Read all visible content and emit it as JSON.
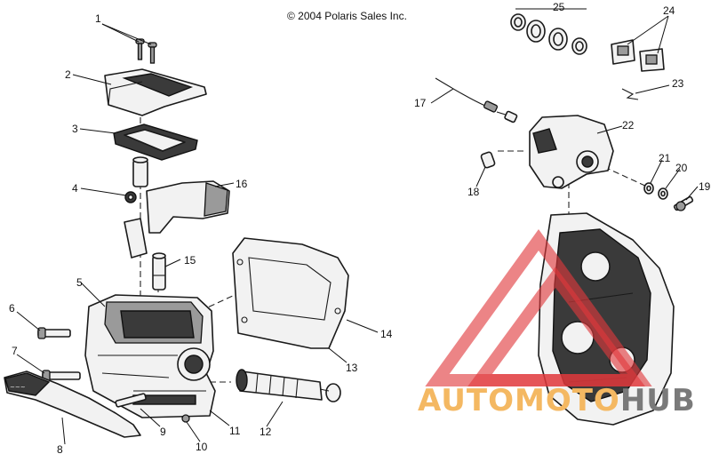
{
  "copyright": "© 2004 Polaris Sales Inc.",
  "callouts": [
    "1",
    "2",
    "3",
    "4",
    "5",
    "6",
    "7",
    "8",
    "9",
    "10",
    "11",
    "12",
    "13",
    "14",
    "15",
    "16",
    "17",
    "18",
    "19",
    "20",
    "21",
    "22",
    "23",
    "24",
    "25"
  ],
  "watermark": {
    "word_part1": "AUTO",
    "word_part2": "MOTO",
    "word_part3": "HUB",
    "color_light": "#f4b862",
    "color_dark": "#7a7a7a",
    "triangle_color": "#e0383b"
  }
}
